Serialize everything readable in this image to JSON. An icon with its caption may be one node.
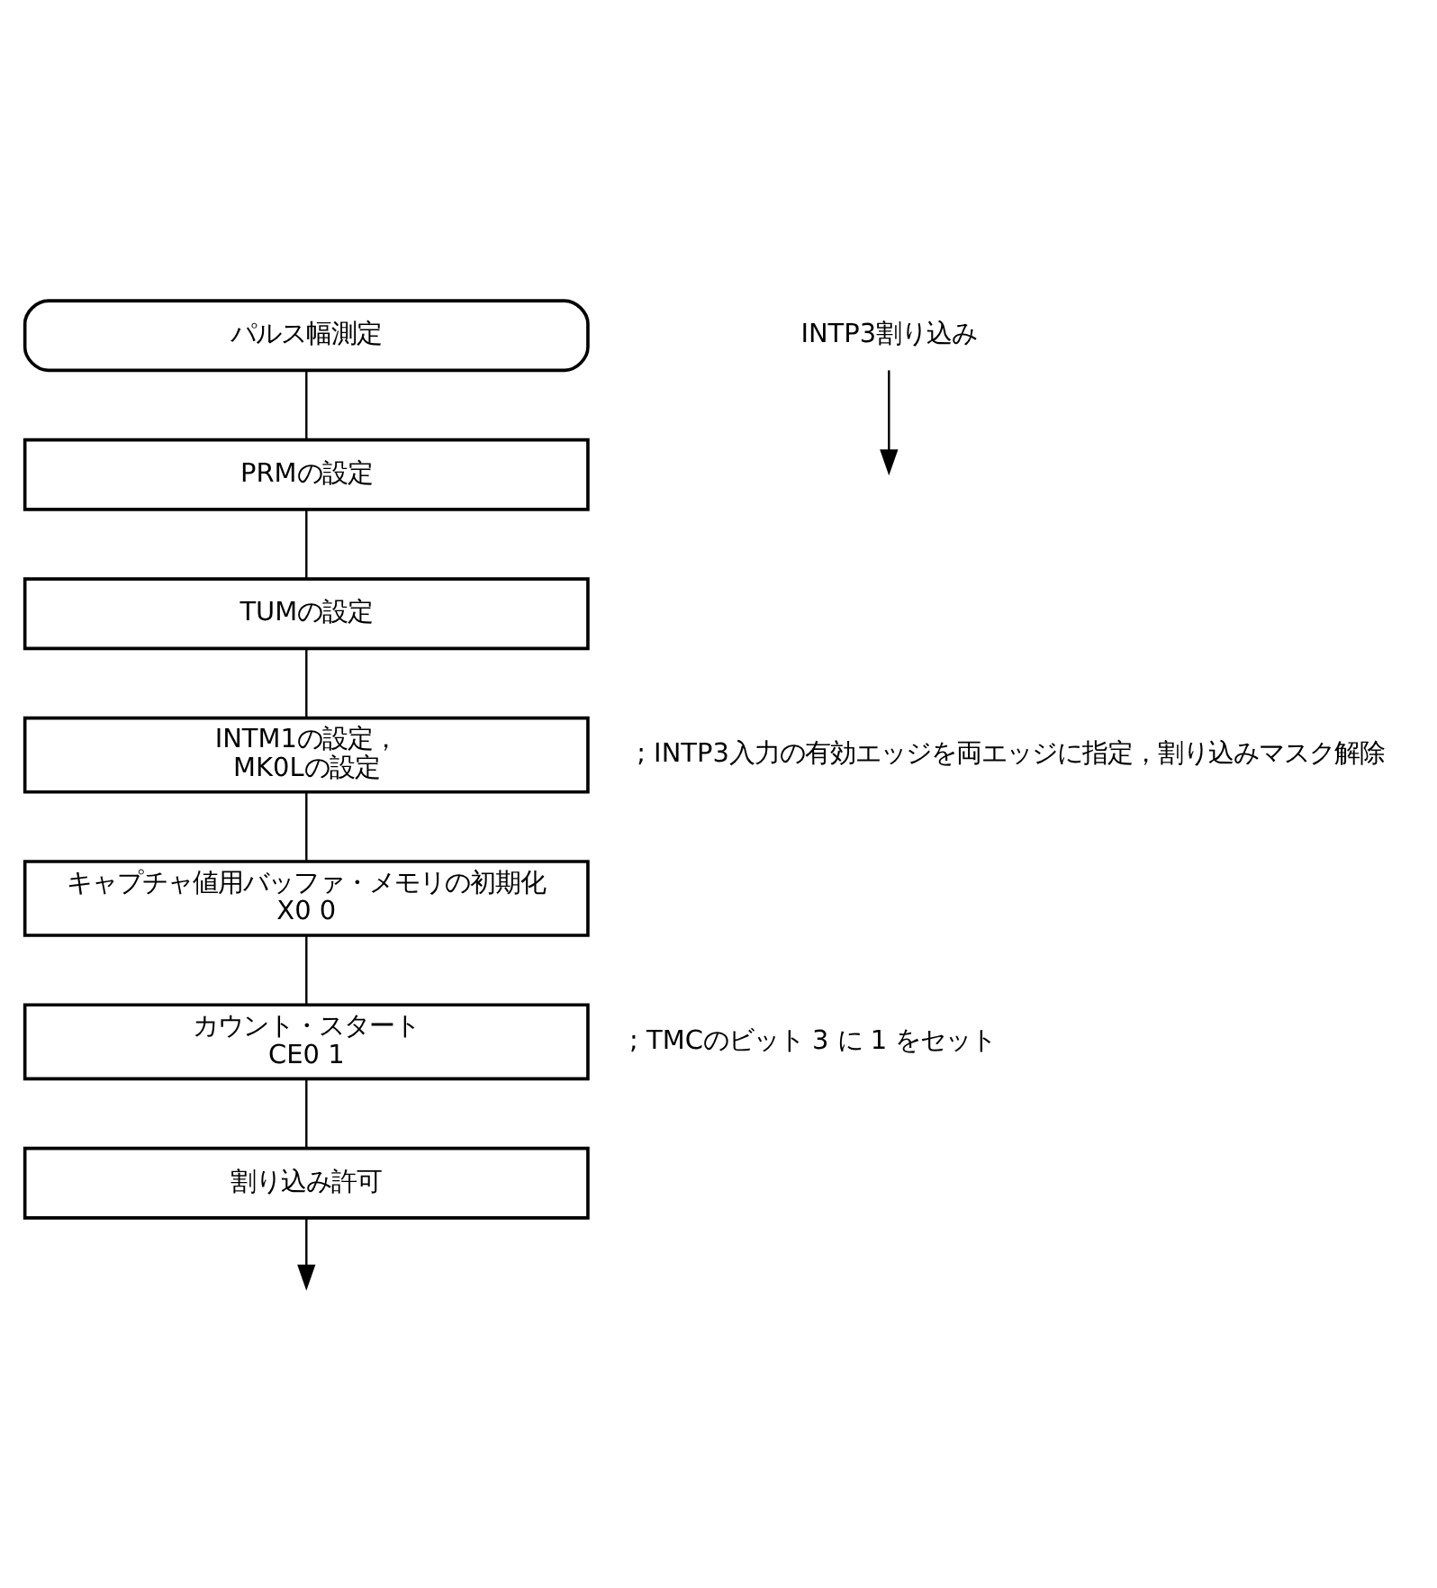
{
  "diagram": {
    "nodes": [
      {
        "text": [
          "パルス幅測定"
        ]
      },
      {
        "text": [
          "PRMの設定"
        ]
      },
      {
        "text": [
          "TUMの設定"
        ]
      },
      {
        "text": [
          "INTM1の設定，",
          "MK0Lの設定"
        ],
        "beside": [
          "; INTP3入力の有効エッジを両エッジに指定，割り込みマスク解除"
        ]
      },
      {
        "text": [
          "キャプチャ値用バッファ・メモリの初期化",
          "X0 0"
        ]
      },
      {
        "text": [
          "カウント・スタート",
          "CE0 1"
        ],
        "beside": [
          "; TMCのビット 3 に 1 をセット"
        ]
      },
      {
        "text": [
          "割り込み許可"
        ]
      },
      {
        "text": [
          "INTP3割り込み"
        ]
      }
    ],
    "edges": [
      {
        "from": 0,
        "to": 1,
        "arrow": "none"
      },
      {
        "from": 1,
        "to": 2,
        "arrow": "none"
      },
      {
        "from": 2,
        "to": 3,
        "arrow": "none"
      },
      {
        "from": 3,
        "to": 4,
        "arrow": "none"
      },
      {
        "from": 4,
        "to": 5,
        "arrow": "none"
      },
      {
        "from": 5,
        "to": 6,
        "arrow": "none"
      },
      {
        "from": 6,
        "to": null,
        "arrow": "to"
      },
      {
        "from": 7,
        "to": null,
        "arrow": "to"
      }
    ]
  }
}
